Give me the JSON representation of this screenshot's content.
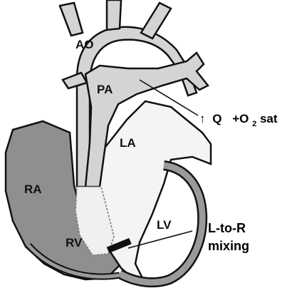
{
  "labels": {
    "ao": "AO",
    "pa": "PA",
    "la": "LA",
    "ra": "RA",
    "rv": "RV",
    "lv": "LV"
  },
  "annotations": {
    "flow_arrow": "↑",
    "flow_q": "Q",
    "flow_plus": "+O",
    "flow_sub": "2",
    "flow_sat": " sat",
    "mixing_line1": "L-to-R",
    "mixing_line2": "mixing"
  },
  "colors": {
    "outline": "#111111",
    "right_heart": "#8f8f8f",
    "great_vessels": "#d4d4d4",
    "left_heart": "#f4f4f4",
    "shunt": "#f0f0f0"
  }
}
